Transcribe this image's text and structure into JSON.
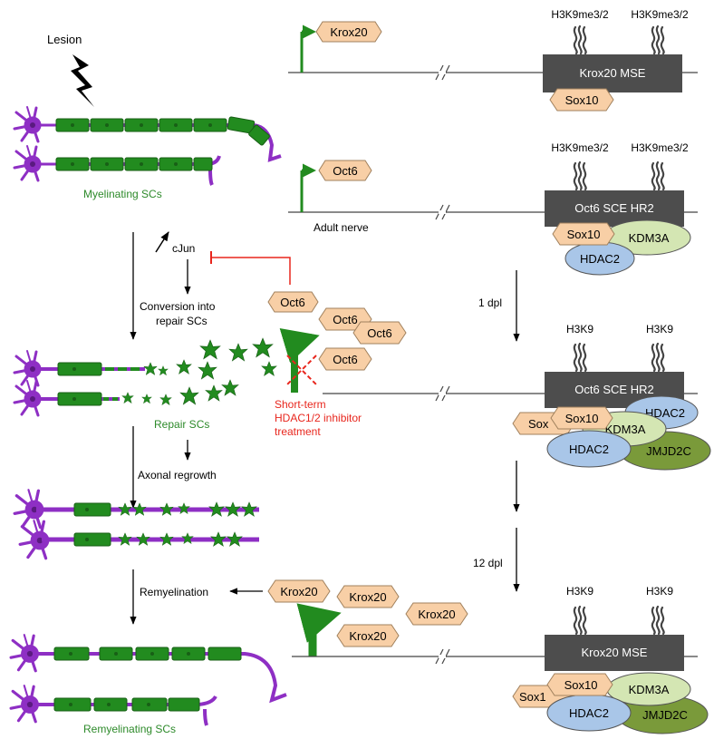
{
  "colors": {
    "axon": "#8e2fc4",
    "myelin": "#228b1f",
    "myelin_dark": "#185f16",
    "tf_box": "#f8cfa6",
    "tf_stroke": "#a0805d",
    "enhancer": "#4d4d4d",
    "hdac": "#a9c6e8",
    "kdm": "#d4e6b3",
    "jmjd": "#7a9a3a",
    "inhibitor": "#e8261d",
    "text_green": "#2d8a2a",
    "text_red": "#e8261d"
  },
  "left": {
    "lesion_label": "Lesion",
    "myelinating_label": "Myelinating SCs",
    "cjun_label": "cJun",
    "conversion_label_1": "Conversion into",
    "conversion_label_2": "repair SCs",
    "repair_label": "Repair SCs",
    "regrowth_label": "Axonal regrowth",
    "remyelination_label": "Remyelination",
    "remyelinating_label": "Remyelinating SCs"
  },
  "middle": {
    "oct6_inhib": "Oct6",
    "oct6_cluster": [
      "Oct6",
      "Oct6",
      "Oct6"
    ],
    "inhibitor_label": [
      "Short-term",
      "HDAC1/2 inhibitor",
      "treatment"
    ],
    "krox20_cluster": [
      "Krox20",
      "Krox20",
      "Krox20",
      "Krox20"
    ]
  },
  "genes": {
    "krox20_top": "Krox20",
    "oct6_top": "Oct6",
    "adult_nerve": "Adult nerve"
  },
  "timepoints": {
    "dpl1": "1 dpl",
    "dpl12": "12 dpl"
  },
  "panels": {
    "p1": {
      "enhancer": "Krox20 MSE",
      "marks": [
        "H3K9me3/2",
        "H3K9me3/2"
      ],
      "sox10": "Sox10"
    },
    "p2": {
      "enhancer": "Oct6 SCE HR2",
      "marks": [
        "H3K9me3/2",
        "H3K9me3/2"
      ],
      "sox10": "Sox10",
      "kdm": "KDM3A",
      "hdac": "HDAC2"
    },
    "p3": {
      "enhancer": "Oct6 SCE HR2",
      "marks": [
        "H3K9",
        "H3K9"
      ],
      "sox_back": "Sox",
      "sox10": "Sox10",
      "hdac_back": "HDAC2",
      "kdm": "KDM3A",
      "hdac": "HDAC2",
      "jmjd": "JMJD2C"
    },
    "p4": {
      "enhancer": "Krox20 MSE",
      "marks": [
        "H3K9",
        "H3K9"
      ],
      "sox_back": "Sox1",
      "sox10": "Sox10",
      "kdm": "KDM3A",
      "hdac": "HDAC2",
      "jmjd": "JMJD2C"
    }
  }
}
